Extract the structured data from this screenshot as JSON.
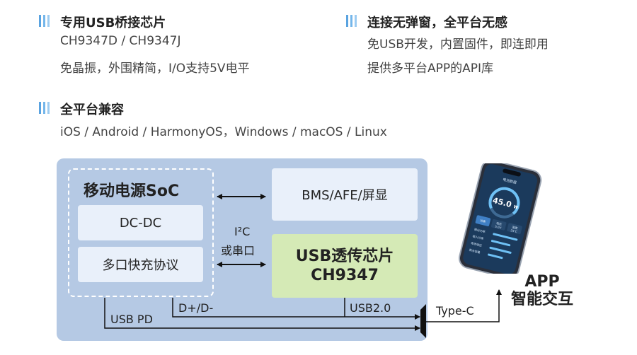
{
  "features": [
    {
      "title": "专用USB桥接芯片",
      "lines": [
        "CH9347D / CH9347J",
        "免晶振，外围精简，I/O支持5V电平"
      ]
    },
    {
      "title": "连接无弹窗，全平台无感",
      "lines": [
        "免USB开发，内置固件，即连即用",
        "提供多平台APP的API库"
      ]
    },
    {
      "title": "全平台兼容",
      "lines": [
        "iOS / Android / HarmonyOS，Windows / macOS / Linux"
      ]
    }
  ],
  "diagram": {
    "soc_title": "移动电源SoC",
    "dcdc": "DC-DC",
    "protocol": "多口快充协议",
    "bms": "BMS/AFE/屏显",
    "usb_chip_line1": "USB透传芯片",
    "usb_chip_line2": "CH9347",
    "i2c_line1": "I²C",
    "i2c_line2": "或串口",
    "dpdm": "D+/D-",
    "usb20": "USB2.0",
    "usbpd": "USB PD",
    "typec": "Type-C"
  },
  "app_label": [
    "APP",
    "智能交互"
  ],
  "phone_screen": {
    "header": "电池数据",
    "power": "45.0",
    "power_unit": "W",
    "tabs": [
      "功率",
      "电压",
      "温度"
    ],
    "tab_values": [
      "",
      "5.0V",
      "25℃"
    ],
    "rows": [
      "输出功率",
      "输入功率",
      "电池电压",
      "剩余容量"
    ]
  },
  "colors": {
    "accent_blue": "#5aa3e0",
    "panel": "#b5c9e4",
    "chip_green": "#d5eab6",
    "box": "#e9f0fa"
  }
}
